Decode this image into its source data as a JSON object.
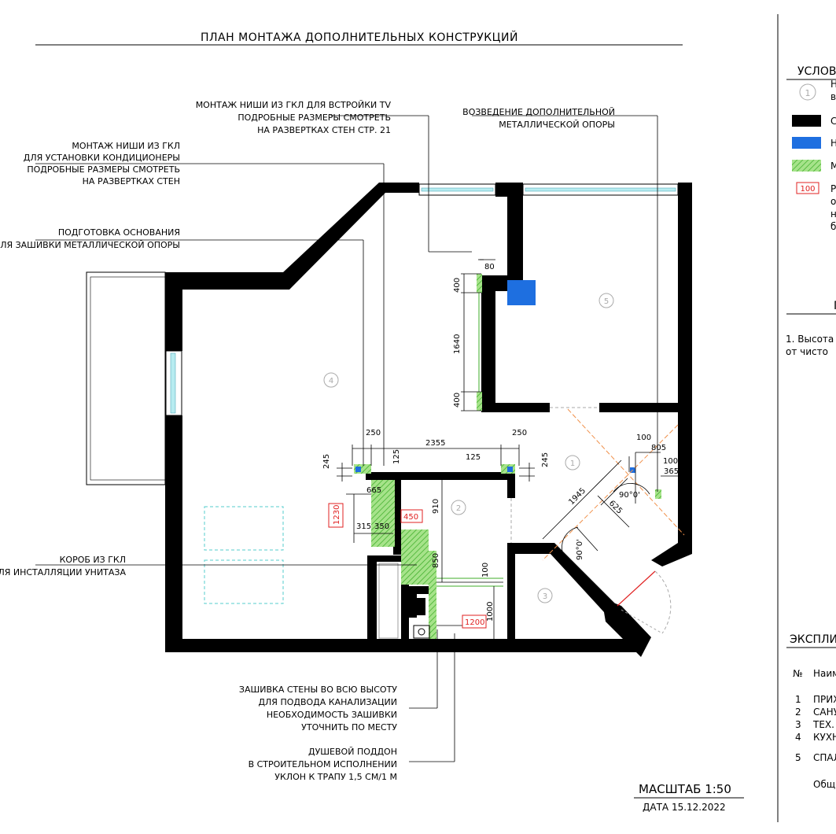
{
  "sheet": {
    "title": "ПЛАН МОНТАЖА ДОПОЛНИТЕЛЬНЫХ КОНСТРУКЦИЙ",
    "scale": "МАСШТАБ 1:50",
    "date": "ДАТА 15.12.2022"
  },
  "callouts": {
    "tv_niche": [
      "МОНТАЖ НИШИ ИЗ ГКЛ ДЛЯ ВСТРОЙКИ TV",
      "ПОДРОБНЫЕ РАЗМЕРЫ СМОТРЕТЬ",
      "НА РАЗВЕРТКАХ СТЕН СТР. 21"
    ],
    "support": [
      "ВОЗВЕДЕНИЕ ДОПОЛНИТЕЛЬНОЙ",
      "МЕТАЛЛИЧЕСКОЙ ОПОРЫ"
    ],
    "ac_niche": [
      "МОНТАЖ НИШИ ИЗ ГКЛ",
      "ДЛЯ УСТАНОВКИ КОНДИЦИОНЕРЫ",
      "ПОДРОБНЫЕ РАЗМЕРЫ СМОТРЕТЬ",
      "НА РАЗВЕРТКАХ СТЕН"
    ],
    "base_prep": [
      "ПОДГОТОВКА ОСНОВАНИЯ",
      "ДЛЯ ЗАШИВКИ МЕТАЛЛИЧЕСКОЙ ОПОРЫ"
    ],
    "toilet_box": [
      "КОРОБ ИЗ ГКЛ",
      "ДЛЯ ИНСТАЛЛЯЦИИ УНИТАЗА"
    ],
    "wall_cover": [
      "ЗАШИВКА СТЕНЫ ВО ВСЮ ВЫСОТУ",
      "ДЛЯ ПОДВОДА КАНАЛИЗАЦИИ",
      "НЕОБХОДИМОСТЬ ЗАШИВКИ",
      "УТОЧНИТЬ ПО МЕСТУ"
    ],
    "shower_tray": [
      "ДУШЕВОЙ ПОДДОН",
      "В СТРОИТЕЛЬНОМ ИСПОЛНЕНИИ",
      "УКЛОН К ТРАПУ 1,5 СМ/1 М"
    ]
  },
  "dimensions": {
    "d80": "80",
    "d400a": "400",
    "d1640": "1640",
    "d400b": "400",
    "d250a": "250",
    "d2355": "2355",
    "d250b": "250",
    "d245a": "245",
    "d125a": "125",
    "d125b": "125",
    "d245b": "245",
    "d665": "665",
    "d315": "315",
    "d350": "350",
    "d910": "910",
    "d850": "850",
    "d100a": "100",
    "d1000": "1000",
    "d100b": "100",
    "d805": "805",
    "d100c": "100",
    "d365": "365",
    "d1945": "1945",
    "d625": "625",
    "ang1": "90°0'",
    "ang2": "90°0'"
  },
  "red_marks": {
    "r1230": "1230",
    "r450": "450",
    "r1200": "1200"
  },
  "rooms": {
    "r1": "1",
    "r2": "2",
    "r3": "3",
    "r4": "4",
    "r5": "5"
  },
  "legend": {
    "title": "УСЛОВ",
    "items": [
      {
        "symbol": "1",
        "text_lines": [
          "Н",
          "в"
        ]
      },
      {
        "text_lines": [
          "С"
        ],
        "color": "#000000"
      },
      {
        "text_lines": [
          "Н"
        ],
        "color": "#1e6fe0"
      },
      {
        "text_lines": [
          "М"
        ],
        "color": "#7ed957"
      },
      {
        "symbol": "100",
        "text_lines": [
          "Р",
          "о",
          "н",
          "б"
        ]
      }
    ]
  },
  "notes": {
    "title": "П",
    "lines": [
      "1. Высота",
      "от чисто"
    ]
  },
  "explication": {
    "title": "ЭКСПЛИ",
    "header": [
      "№",
      "Наим"
    ],
    "rows": [
      [
        "1",
        "ПРИХ"
      ],
      [
        "2",
        "САНУ"
      ],
      [
        "3",
        "ТЕХ."
      ],
      [
        "4",
        "КУХН"
      ],
      [
        "5",
        "СПАЛ"
      ]
    ],
    "total": "Общ"
  }
}
